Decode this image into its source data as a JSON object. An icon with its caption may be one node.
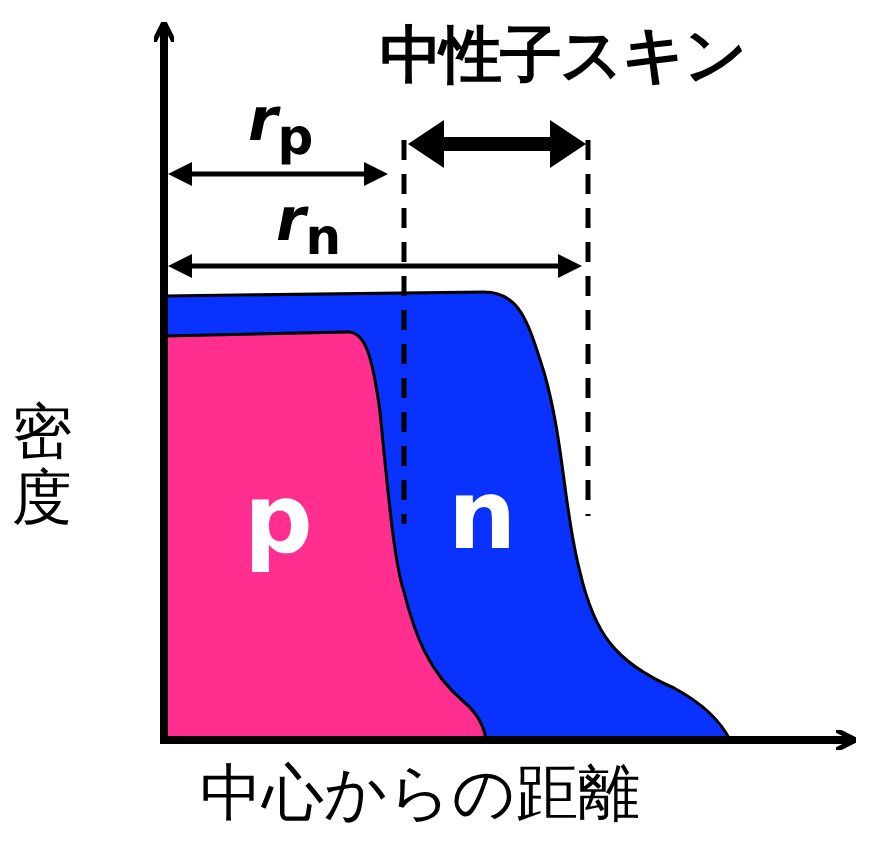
{
  "diagram": {
    "nodes": [
      {
        "text": [
          "n"
        ]
      },
      {
        "text": [
          "p"
        ],
        "in": 0
      }
    ],
    "edges": [],
    "labels": [
      "中性子スキン",
      "*r*$_{p}$",
      "*r*$_{n}$",
      "密度",
      "中心からの距離"
    ]
  }
}
